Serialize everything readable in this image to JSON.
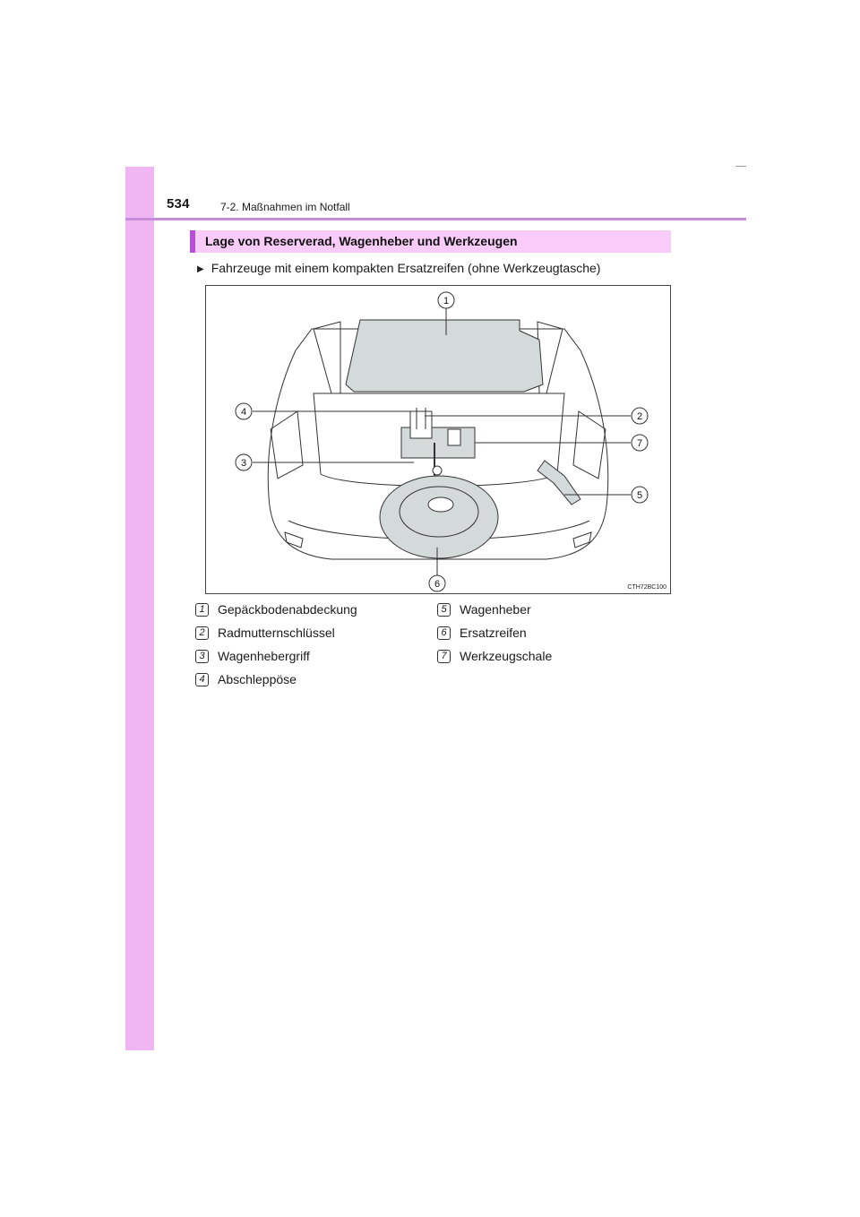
{
  "page": {
    "page_number": "534",
    "section_title": "7-2. Maßnahmen im Notfall"
  },
  "heading": "Lage von Reserverad, Wagenheber und Werkzeugen",
  "intro": {
    "arrow_icon": "triangle-right-icon",
    "text": "Fahrzeuge mit einem kompakten Ersatzreifen (ohne Werkzeugtasche)"
  },
  "figure": {
    "code": "CTH72BC100",
    "callouts": [
      "1",
      "2",
      "3",
      "4",
      "5",
      "6",
      "7"
    ]
  },
  "legend": [
    {
      "num": "1",
      "label": "Gepäckbodenabdeckung"
    },
    {
      "num": "2",
      "label": "Radmutternschlüssel"
    },
    {
      "num": "3",
      "label": "Wagenhebergriff"
    },
    {
      "num": "4",
      "label": "Abschleppöse"
    },
    {
      "num": "5",
      "label": "Wagenheber"
    },
    {
      "num": "6",
      "label": "Ersatzreifen"
    },
    {
      "num": "7",
      "label": "Werkzeugschale"
    }
  ],
  "colors": {
    "sidebar": "#f0b5f3",
    "rule": "#c68ddb",
    "heading_bg": "#f8cbf8",
    "heading_accent": "#b64fd5",
    "cover_fill": "#d4d9da"
  }
}
